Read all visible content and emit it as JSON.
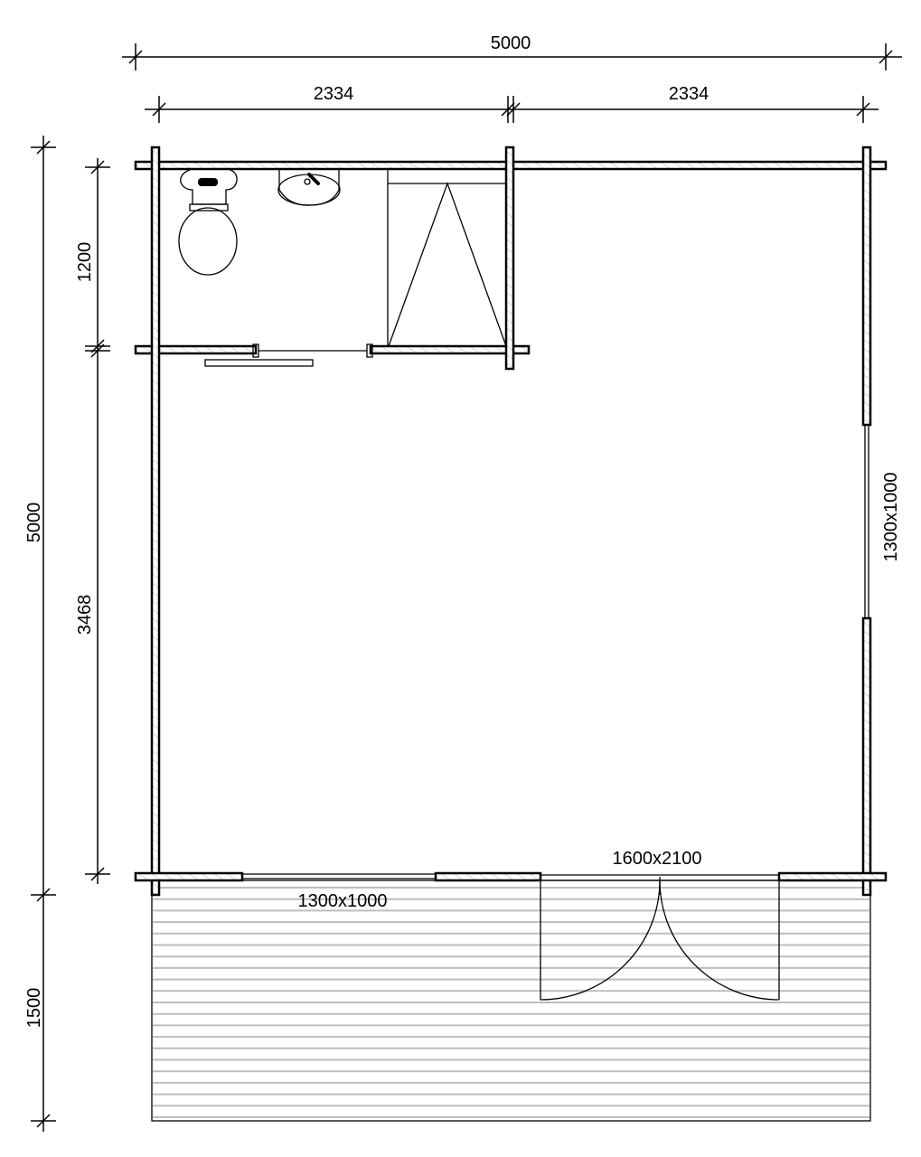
{
  "dimensions": {
    "total_width": "5000",
    "left_width": "2334",
    "right_width": "2334",
    "total_depth": "5000",
    "bathroom_depth": "1200",
    "main_room_depth": "3468",
    "terrace_depth": "1500"
  },
  "openings": {
    "right_window": "1300x1000",
    "front_window": "1300x1000",
    "front_door": "1600x2100"
  },
  "colors": {
    "line": "#000000",
    "deck_line": "#bdbdbd",
    "hatch": "#b0b0b0"
  }
}
